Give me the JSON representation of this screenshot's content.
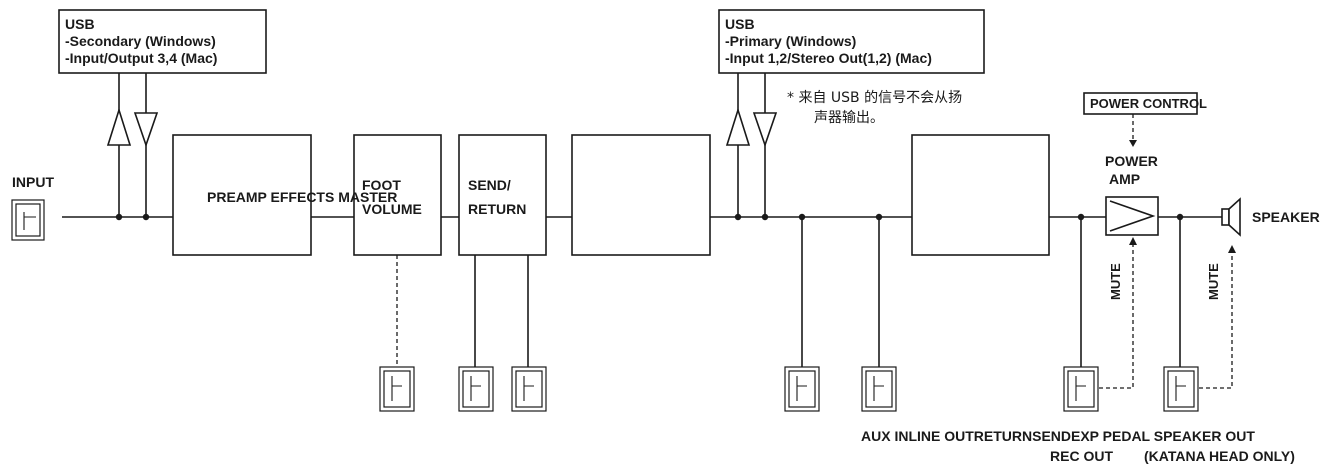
{
  "usb_left": {
    "title": "USB",
    "line1": "-Secondary (Windows)",
    "line2": "-Input/Output 3,4 (Mac)"
  },
  "usb_right": {
    "title": "USB",
    "line1": "-Primary (Windows)",
    "line2": "-Input 1,2/Stereo Out(1,2) (Mac)"
  },
  "note": {
    "line1": "*  来自 USB 的信号不会从扬",
    "line2": "声器输出。"
  },
  "power_control": "POWER CONTROL",
  "power_amp": {
    "line1": "POWER",
    "line2": "AMP"
  },
  "input": "INPUT",
  "blocks": {
    "preamp": "PREAMP EFFECTS MASTER",
    "foot_volume": {
      "line1": "FOOT",
      "line2": "VOLUME"
    },
    "send_return": {
      "line1": "SEND/",
      "line2": "RETURN"
    }
  },
  "speaker": "SPEAKER",
  "mute_amp": "MUTE",
  "mute_speaker": "MUTE",
  "bottom_labels": {
    "overlap": "AUX INLINE OUTRETURNSENDEXP PEDAL SPEAKER OUT",
    "rec_out": "REC OUT",
    "katana": "(KATANA HEAD ONLY)"
  },
  "colors": {
    "line": "#1a1a1a",
    "background": "#ffffff"
  }
}
